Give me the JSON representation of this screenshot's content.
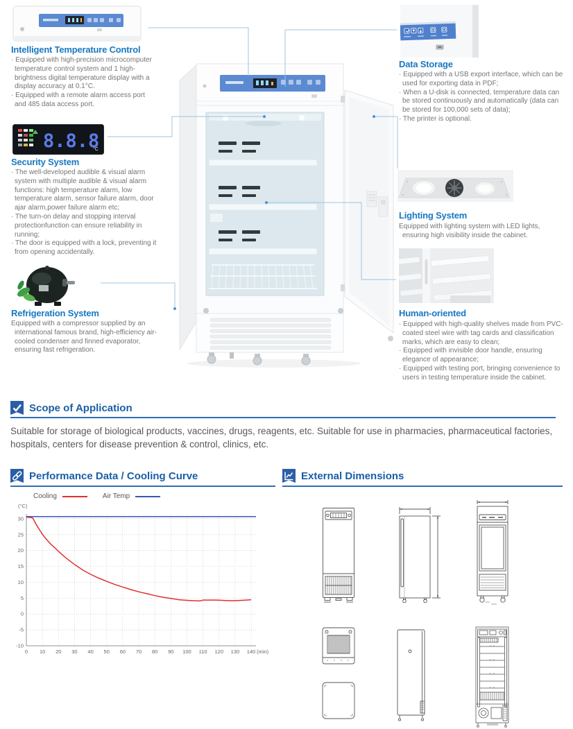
{
  "features": {
    "left": [
      {
        "title": "Intelligent Temperature Control",
        "image": "temperature-controller-panel-photo",
        "paragraphs": [
          "· Equipped with high-precision microcomputer temperature control system and 1 high-brightness digital temperature display with a display accuracy at 0.1°C.",
          "· Equipped with a remote alarm access port and 485 data access port."
        ]
      },
      {
        "title": "Security System",
        "image": "temperature-display-photo",
        "display": {
          "digits": "8.8.8",
          "unit": "°C"
        },
        "paragraphs": [
          "· The well-developed audible & visual alarm system with multiple audible & visual alarm functions: high temperature alarm, low temperature alarm, sensor failure alarm, door ajar alarm,power failure alarm etc;",
          "· The turn-on delay and stopping interval protectionfunction can ensure reliability in running;",
          "· The door is equipped with a lock, preventing it from opening accidentally."
        ]
      },
      {
        "title": "Refrigeration System",
        "image": "compressor-photo",
        "paragraphs": [
          "Equipped with a compressor supplied by an international famous brand, high-efficiency air-cooled condenser and finned evaporator, ensuring fast refrigeration."
        ]
      }
    ],
    "right": [
      {
        "title": "Data Storage",
        "image": "usb-export-panel-photo",
        "paragraphs": [
          "· Equipped with a USB export interface, which can be used for exporting data in PDF;",
          "· When a U-disk is connected, temperature data can be stored continuously and automatically (data can be stored for 100,000 sets of data);",
          "· The printer is optional."
        ]
      },
      {
        "title": "Lighting System",
        "image": "led-ceiling-photo",
        "paragraphs": [
          "Equipped with lighting system with LED lights, ensuring high visibility inside the cabinet."
        ]
      },
      {
        "title": "Human-oriented",
        "image": "shelves-photo",
        "paragraphs": [
          "· Equipped with high-quality shelves made from PVC-coated steel wire with tag cards and classification marks, which are easy to clean;",
          "· Equipped with invisible door handle, ensuring elegance of appearance;",
          "· Equipped with testing port, bringing convenience to users in testing temperature inside the cabinet."
        ]
      }
    ]
  },
  "scope": {
    "title": "Scope of Application",
    "text": "Suitable for storage of biological products, vaccines, drugs, reagents, etc. Suitable for use in pharmacies, pharmaceutical factories, hospitals, centers for disease prevention & control, clinics, etc."
  },
  "performance": {
    "title": "Performance Data / Cooling Curve"
  },
  "dimensions": {
    "title": "External Dimensions"
  },
  "colors": {
    "feature_heading_blue": "#1879c2",
    "section_title_blue": "#1a5ea6",
    "icon_blue": "#2a5fa8",
    "rule_blue": "#2e6db4",
    "callout_blue": "#9cc4e2",
    "cooling_red": "#e02f2f",
    "airtemp_blue": "#3d55b5",
    "panel_strip_blue": "#5b8ad2"
  },
  "chart_data": {
    "type": "line",
    "title": "Performance Data / Cooling Curve",
    "xlabel": "(min)",
    "ylabel": "(°C)",
    "xlim": [
      0,
      143
    ],
    "ylim": [
      -10,
      31.5
    ],
    "x_ticks": [
      0,
      10,
      20,
      30,
      40,
      50,
      60,
      70,
      80,
      90,
      100,
      110,
      120,
      130,
      140
    ],
    "y_ticks": [
      30,
      25,
      20,
      15,
      10,
      5,
      0,
      -5,
      -10
    ],
    "grid": true,
    "legend_position": "top-left",
    "series": [
      {
        "name": "Cooling",
        "color": "#e02f2f",
        "points": [
          [
            0,
            30.5
          ],
          [
            3,
            30.4
          ],
          [
            4,
            30.2
          ],
          [
            5,
            29.3
          ],
          [
            6,
            28.3
          ],
          [
            8,
            26.7
          ],
          [
            10,
            25.1
          ],
          [
            12,
            23.8
          ],
          [
            15,
            22.1
          ],
          [
            18,
            20.7
          ],
          [
            20,
            19.7
          ],
          [
            25,
            17.5
          ],
          [
            30,
            15.6
          ],
          [
            35,
            13.9
          ],
          [
            40,
            12.5
          ],
          [
            45,
            11.3
          ],
          [
            50,
            10.3
          ],
          [
            55,
            9.3
          ],
          [
            60,
            8.5
          ],
          [
            65,
            7.7
          ],
          [
            70,
            7
          ],
          [
            75,
            6.4
          ],
          [
            80,
            5.8
          ],
          [
            85,
            5.3
          ],
          [
            90,
            4.9
          ],
          [
            95,
            4.5
          ],
          [
            100,
            4.3
          ],
          [
            104,
            4.2
          ],
          [
            107,
            4.1
          ],
          [
            109,
            4.2
          ],
          [
            110,
            4.4
          ],
          [
            114,
            4.4
          ],
          [
            118,
            4.4
          ],
          [
            122,
            4.3
          ],
          [
            126,
            4.2
          ],
          [
            130,
            4.2
          ],
          [
            134,
            4.3
          ],
          [
            137,
            4.4
          ],
          [
            140,
            4.5
          ]
        ]
      },
      {
        "name": "Air Temp",
        "color": "#3d55b5",
        "points": [
          [
            0,
            30.7
          ],
          [
            143,
            30.7
          ]
        ]
      }
    ]
  }
}
